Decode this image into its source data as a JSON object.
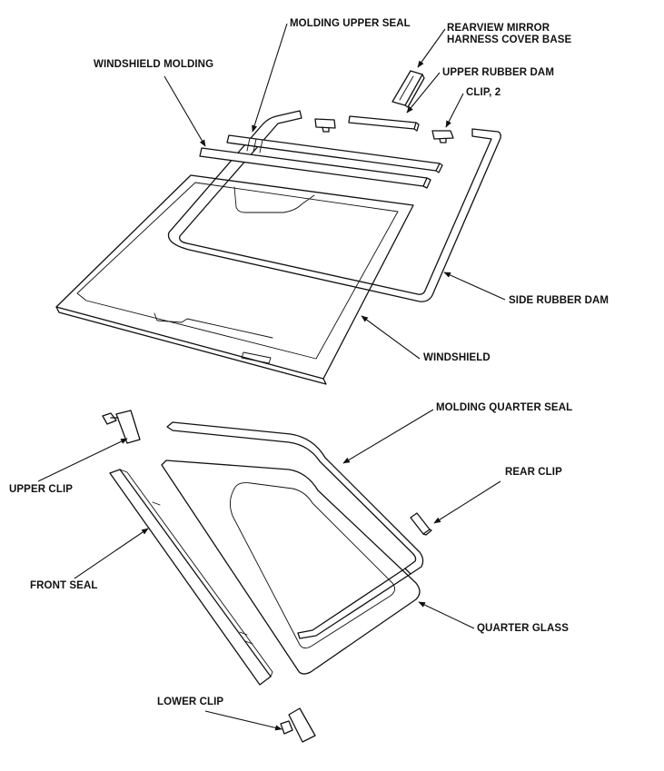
{
  "labels": {
    "molding_upper_seal": "MOLDING UPPER SEAL",
    "rearview_mirror_line1": "REARVIEW MIRROR",
    "rearview_mirror_line2": "HARNESS COVER BASE",
    "windshield_molding": "WINDSHIELD MOLDING",
    "upper_rubber_dam": "UPPER RUBBER DAM",
    "clip_2": "CLIP, 2",
    "side_rubber_dam": "SIDE RUBBER DAM",
    "windshield": "WINDSHIELD",
    "molding_quarter_seal": "MOLDING QUARTER SEAL",
    "upper_clip": "UPPER CLIP",
    "rear_clip": "REAR CLIP",
    "front_seal": "FRONT SEAL",
    "quarter_glass": "QUARTER GLASS",
    "lower_clip": "LOWER CLIP"
  }
}
